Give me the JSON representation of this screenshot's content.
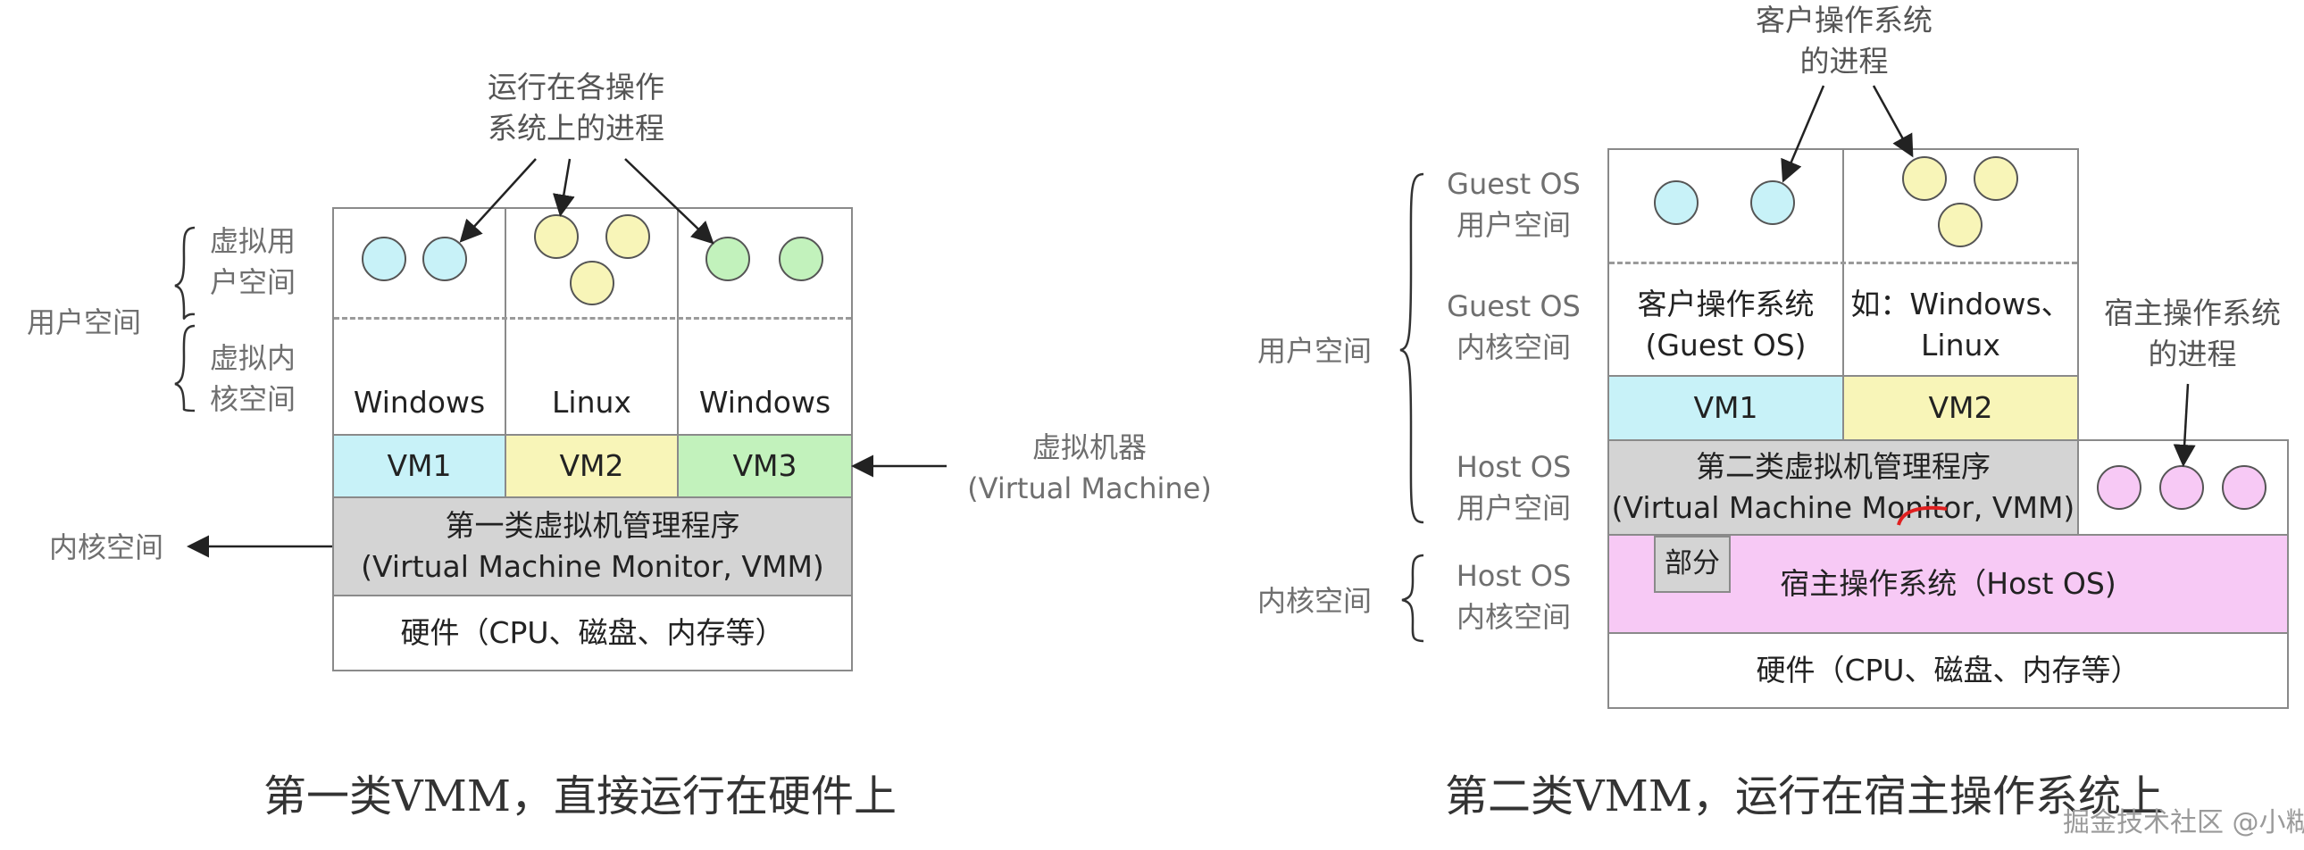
{
  "left": {
    "annotation_processes": "运行在各操作\n系统上的进程",
    "label_user_space_virtual": "虚拟用\n户空间",
    "label_kernel_space_virtual": "虚拟内\n核空间",
    "label_user_space": "用户空间",
    "label_kernel_space": "内核空间",
    "label_vm": "虚拟机器\n(Virtual Machine)",
    "os_names": [
      "Windows",
      "Linux",
      "Windows"
    ],
    "vm_names": [
      "VM1",
      "VM2",
      "VM3"
    ],
    "vmm": "第一类虚拟机管理程序\n(Virtual Machine Monitor, VMM)",
    "hardware": "硬件（CPU、磁盘、内存等）",
    "caption": "第一类VMM，直接运行在硬件上"
  },
  "right": {
    "annotation_guest_processes": "客户操作系统\n的进程",
    "annotation_host_processes": "宿主操作系统\n的进程",
    "label_guest_user": "Guest OS\n用户空间",
    "label_guest_kernel": "Guest OS\n内核空间",
    "label_host_user": "Host OS\n用户空间",
    "label_host_kernel": "Host OS\n内核空间",
    "label_user_space": "用户空间",
    "label_kernel_space": "内核空间",
    "guest_os": "客户操作系统\n(Guest OS)",
    "guest_os_example": "如：Windows、\nLinux",
    "vm_names": [
      "VM1",
      "VM2"
    ],
    "vmm": "第二类虚拟机管理程序\n(Virtual Machine Monitor, VMM)",
    "part_label": "部分",
    "host_os": "宿主操作系统（Host OS)",
    "hardware": "硬件（CPU、磁盘、内存等）",
    "caption": "第二类VMM，运行在宿主操作系统上"
  },
  "watermark": "掘金技术社区 @小糊",
  "colors": {
    "process_cyan": "#c8f2f8",
    "process_yellow": "#f8f5b8",
    "process_green": "#c2f2bc",
    "process_pink": "#f7c9f5",
    "vmm_gray": "#d4d4d4",
    "host_os_pink": "#f7c9f5"
  }
}
